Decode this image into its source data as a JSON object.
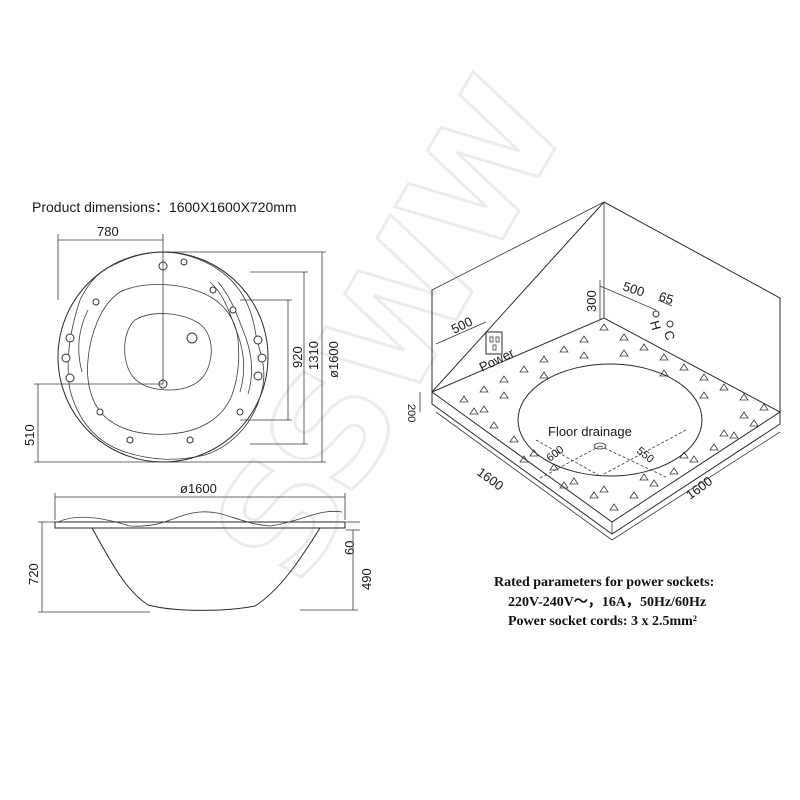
{
  "title": "Product dimensions：1600X1600X720mm",
  "watermark": "SSWW",
  "plan_view": {
    "dims": {
      "width_top": "780",
      "height_920": "920",
      "height_1310": "1310",
      "diameter": "ø1600",
      "left_510": "510"
    }
  },
  "side_view": {
    "dims": {
      "diameter": "ø1600",
      "height_total": "720",
      "rim": "60",
      "depth": "490"
    }
  },
  "install_view": {
    "dims": {
      "wall_500": "500",
      "height_300": "300",
      "spacing_500": "500",
      "offset_65": "65",
      "base_height": "200",
      "floor_width": "1600",
      "floor_depth": "1600",
      "drain_600": "600",
      "drain_550": "550"
    },
    "labels": {
      "power": "Power",
      "hot": "H",
      "cold": "C",
      "drain": "Floor drainage"
    }
  },
  "specs": {
    "heading": "Rated parameters for power sockets:",
    "line1": "220V-240V～，16A，50Hz/60Hz",
    "line2": "Power socket cords: 3 x 2.5mm²"
  }
}
